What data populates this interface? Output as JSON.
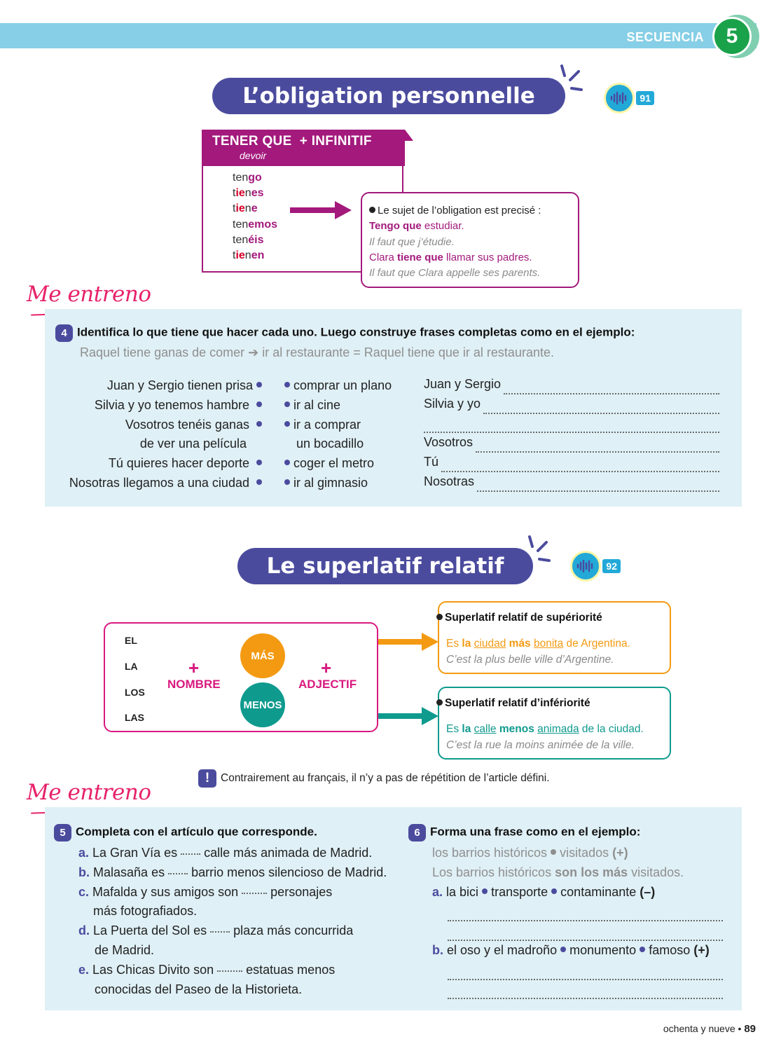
{
  "header": {
    "sequence_label": "SECUENCIA",
    "sequence_number": "5"
  },
  "section1": {
    "title": "L’obligation personnelle",
    "audio_track": "91",
    "table": {
      "head": "TENER QUE",
      "head_plus": "+ INFINITIF",
      "sub": "devoir",
      "conjugations": [
        [
          "ten",
          "go"
        ],
        [
          "t",
          "ie",
          "n",
          "es"
        ],
        [
          "t",
          "ie",
          "n",
          "e"
        ],
        [
          "ten",
          "emos"
        ],
        [
          "ten",
          "éis"
        ],
        [
          "t",
          "ie",
          "n",
          "en"
        ]
      ]
    },
    "note": {
      "rule": "Le sujet de l’obligation est precisé :",
      "ex1_bold": "Tengo que",
      "ex1_rest": " estudiar.",
      "ex1_fr": "Il faut que j’étudie.",
      "ex2_a": "Clara ",
      "ex2_bold": "tiene que",
      "ex2_rest": " llamar sus padres.",
      "ex2_fr": "Il faut que Clara appelle ses parents."
    }
  },
  "me_entreno_label": "Me entreno",
  "exercise4": {
    "number": "4",
    "instruction": "Identifica lo que tiene que hacer cada uno. Luego construye frases completas como en el ejemplo:",
    "example": "Raquel tiene ganas de comer ➔ ir al restaurante = Raquel tiene que ir al restaurante.",
    "left": [
      "Juan y Sergio tienen prisa",
      "Silvia y yo tenemos hambre",
      "Vosotros tenéis ganas",
      "de ver una película",
      "Tú quieres hacer deporte",
      "Nosotras llegamos a una ciudad"
    ],
    "right": [
      "comprar un plano",
      "ir al cine",
      "ir a comprar",
      "un bocadillo",
      "coger el metro",
      "ir al gimnasio"
    ],
    "answers": [
      "Juan y Sergio",
      "Silvia y yo",
      "",
      "Vosotros",
      "Tú",
      "Nosotras"
    ]
  },
  "section2": {
    "title": "Le superlatif relatif",
    "audio_track": "92",
    "articles": [
      "EL",
      "LA",
      "LOS",
      "LAS"
    ],
    "plus": "+",
    "nombre": "NOMBRE",
    "adjectif": "ADJECTIF",
    "mas": "MÁS",
    "menos": "MENOS",
    "superiority": {
      "heading": "Superlatif relatif de supériorité",
      "es": "Es",
      "art": "la",
      "noun": "ciudad",
      "adv": "más",
      "adj": "bonita",
      "rest": "de Argentina.",
      "fr": "C’est la plus belle ville d’Argentine."
    },
    "inferiority": {
      "heading": "Superlatif relatif d’infériorité",
      "es": "Es",
      "art": "la",
      "noun": "calle",
      "adv": "menos",
      "adj": "animada",
      "rest": "de la ciudad.",
      "fr": "C’est la rue la moins animée de la ville."
    },
    "warning": "Contrairement au français, il n’y a pas de répétition de l’article défini."
  },
  "exercise5": {
    "number": "5",
    "instruction": "Completa con el artículo que corresponde.",
    "items": [
      {
        "letter": "a.",
        "before": "La Gran Vía es",
        "after": "calle más animada de Madrid."
      },
      {
        "letter": "b.",
        "before": "Malasaña es",
        "after": "barrio menos silencioso de Madrid."
      },
      {
        "letter": "c.",
        "before": "Mafalda y sus amigos son",
        "after": "personajes",
        "cont": "más fotografiados."
      },
      {
        "letter": "d.",
        "before": "La Puerta del Sol es",
        "after": "plaza más concurrida",
        "cont": "de Madrid."
      },
      {
        "letter": "e.",
        "before": "Las Chicas Divito son",
        "after": "estatuas menos",
        "cont": "conocidas del Paseo de la Historieta."
      }
    ]
  },
  "exercise6": {
    "number": "6",
    "instruction": "Forma una frase como en el ejemplo:",
    "example_prompt_a": "los barrios históricos",
    "example_prompt_b": "visitados",
    "example_prompt_sign": "(+)",
    "example_answer_a": "Los barrios históricos ",
    "example_answer_bold": "son los más",
    "example_answer_b": " visitados.",
    "items": [
      {
        "letter": "a.",
        "w1": "la bici",
        "w2": "transporte",
        "w3": "contaminante",
        "sign": "(–)"
      },
      {
        "letter": "b.",
        "w1": "el oso y el madroño",
        "w2": "monumento",
        "w3": "famoso",
        "sign": "(+)"
      }
    ]
  },
  "footer": {
    "page_words": "ochenta y nueve",
    "separator": "•",
    "page_number": "89"
  },
  "colors": {
    "purple": "#4b4b9e",
    "magenta": "#a3197c",
    "pink": "#e7226a",
    "orange": "#f39a12",
    "teal": "#0f9a8e",
    "panel": "#dff0f6",
    "band": "#86cfe6"
  }
}
